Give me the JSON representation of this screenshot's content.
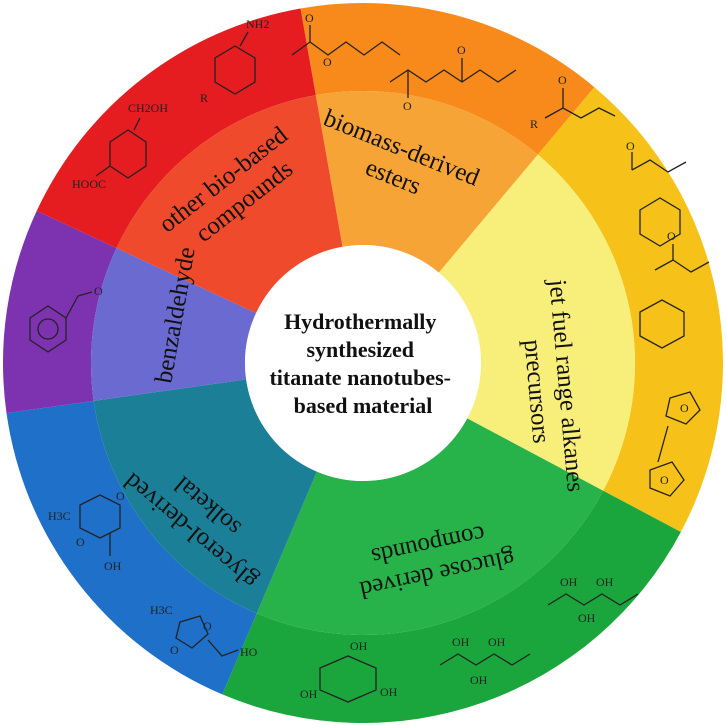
{
  "center": {
    "lines": [
      "Hydrothermally",
      "synthesized",
      "titanate nanotubes-",
      "based material"
    ]
  },
  "segments": [
    {
      "key": "esters",
      "lines": [
        "biomass-derived",
        "esters"
      ],
      "inner_color": "#f7a437",
      "outer_color": "#f78a1a",
      "molecule_labels": [
        "O",
        "O",
        "O",
        "O",
        "O",
        "R"
      ]
    },
    {
      "key": "jetfuel",
      "lines": [
        "jet fuel range alkanes",
        "precursors"
      ],
      "inner_color": "#f8ee7a",
      "outer_color": "#f6c21a",
      "molecule_labels": [
        "O",
        "O",
        "O",
        "O"
      ]
    },
    {
      "key": "glucose",
      "lines": [
        "glucose derived",
        "compounds"
      ],
      "inner_color": "#27b24a",
      "outer_color": "#1aa63c",
      "molecule_labels": [
        "OH",
        "OH",
        "OH",
        "OH",
        "OH",
        "OH",
        "OH",
        "OH",
        "OH"
      ]
    },
    {
      "key": "solketal",
      "lines": [
        "glycerol-derived",
        "solketal"
      ],
      "inner_color": "#1b7f97",
      "outer_color": "#1e70c9",
      "molecule_labels": [
        "H3C",
        "O",
        "O",
        "OH",
        "H3C",
        "O",
        "O",
        "HO"
      ]
    },
    {
      "key": "benzaldehyde",
      "lines": [
        "benzaldehyde"
      ],
      "inner_color": "#6a6ad0",
      "outer_color": "#7d33b0",
      "molecule_labels": [
        "O"
      ]
    },
    {
      "key": "other",
      "lines": [
        "other bio-based",
        "compounds"
      ],
      "inner_color": "#ee4a2b",
      "outer_color": "#e51c20",
      "molecule_labels": [
        "NH2",
        "R",
        "CH2OH",
        "HOOC"
      ]
    }
  ]
}
